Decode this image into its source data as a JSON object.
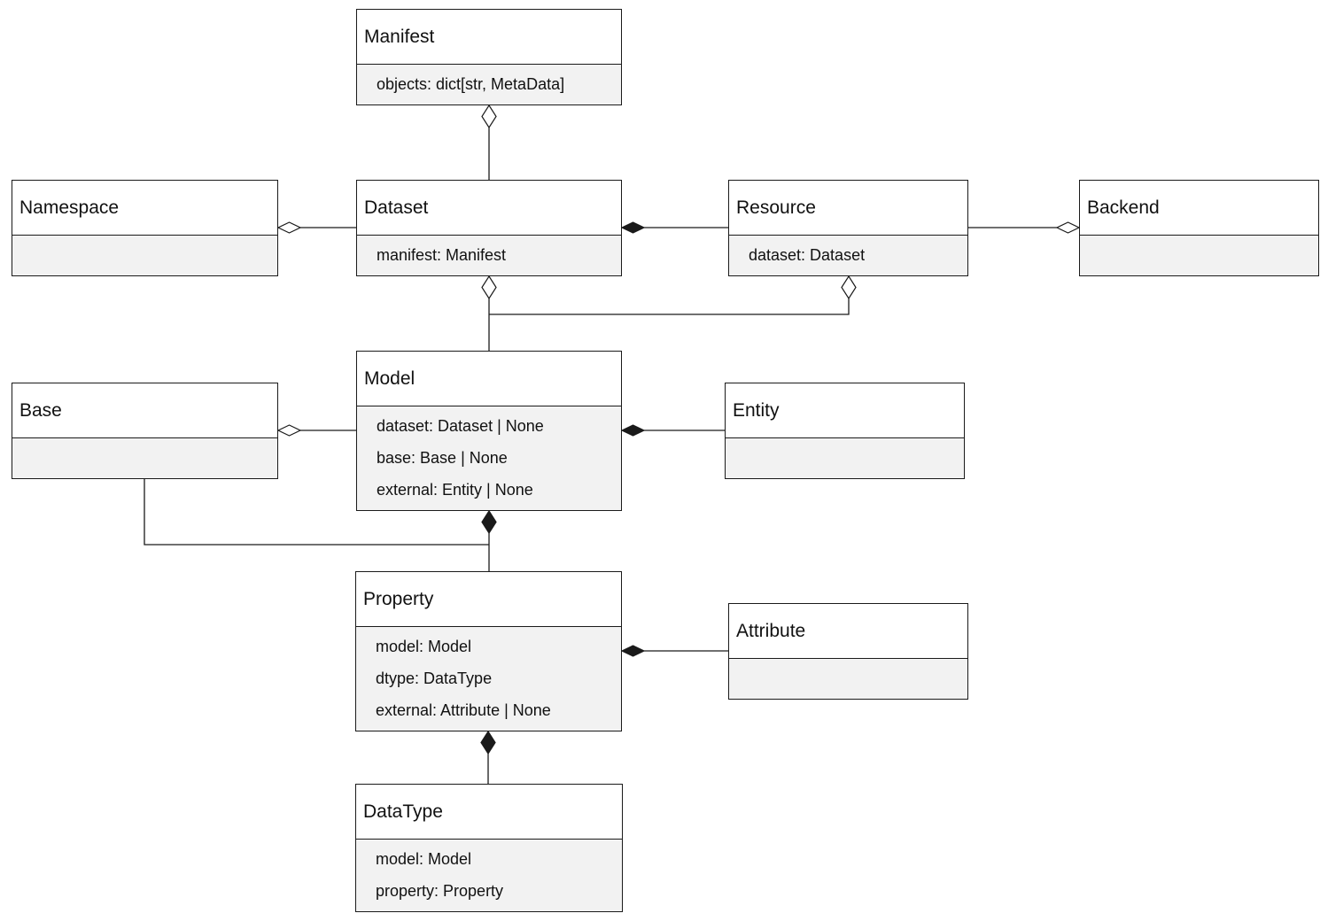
{
  "classes": {
    "manifest": {
      "name": "Manifest",
      "attrs": [
        "objects: dict[str, MetaData]"
      ]
    },
    "namespace": {
      "name": "Namespace",
      "attrs": []
    },
    "dataset": {
      "name": "Dataset",
      "attrs": [
        "manifest: Manifest"
      ]
    },
    "resource": {
      "name": "Resource",
      "attrs": [
        "dataset:  Dataset"
      ]
    },
    "backend": {
      "name": "Backend",
      "attrs": []
    },
    "base": {
      "name": "Base",
      "attrs": []
    },
    "model": {
      "name": "Model",
      "attrs": [
        "dataset: Dataset | None",
        "base: Base | None",
        "external: Entity | None"
      ]
    },
    "entity": {
      "name": "Entity",
      "attrs": []
    },
    "property": {
      "name": "Property",
      "attrs": [
        "model: Model",
        "dtype: DataType",
        "external: Attribute | None"
      ]
    },
    "attribute": {
      "name": "Attribute",
      "attrs": []
    },
    "datatype": {
      "name": "DataType",
      "attrs": [
        "model: Model",
        "property: Property"
      ]
    }
  },
  "relations": [
    {
      "from": "dataset",
      "to": "manifest",
      "kind": "aggregation"
    },
    {
      "from": "dataset",
      "to": "namespace",
      "kind": "aggregation"
    },
    {
      "from": "resource",
      "to": "dataset",
      "kind": "composition"
    },
    {
      "from": "resource",
      "to": "backend",
      "kind": "aggregation"
    },
    {
      "from": "model",
      "to": "dataset",
      "kind": "aggregation"
    },
    {
      "from": "model",
      "to": "resource",
      "kind": "aggregation"
    },
    {
      "from": "model",
      "to": "base",
      "kind": "aggregation"
    },
    {
      "from": "entity",
      "to": "model",
      "kind": "composition"
    },
    {
      "from": "property",
      "to": "model",
      "kind": "composition"
    },
    {
      "from": "base",
      "to": "model",
      "kind": "composition"
    },
    {
      "from": "attribute",
      "to": "property",
      "kind": "composition"
    },
    {
      "from": "datatype",
      "to": "property",
      "kind": "composition"
    }
  ],
  "colors": {
    "line": "#1a1a1a",
    "attr_bg": "#f2f2f2",
    "name_bg": "#ffffff"
  }
}
